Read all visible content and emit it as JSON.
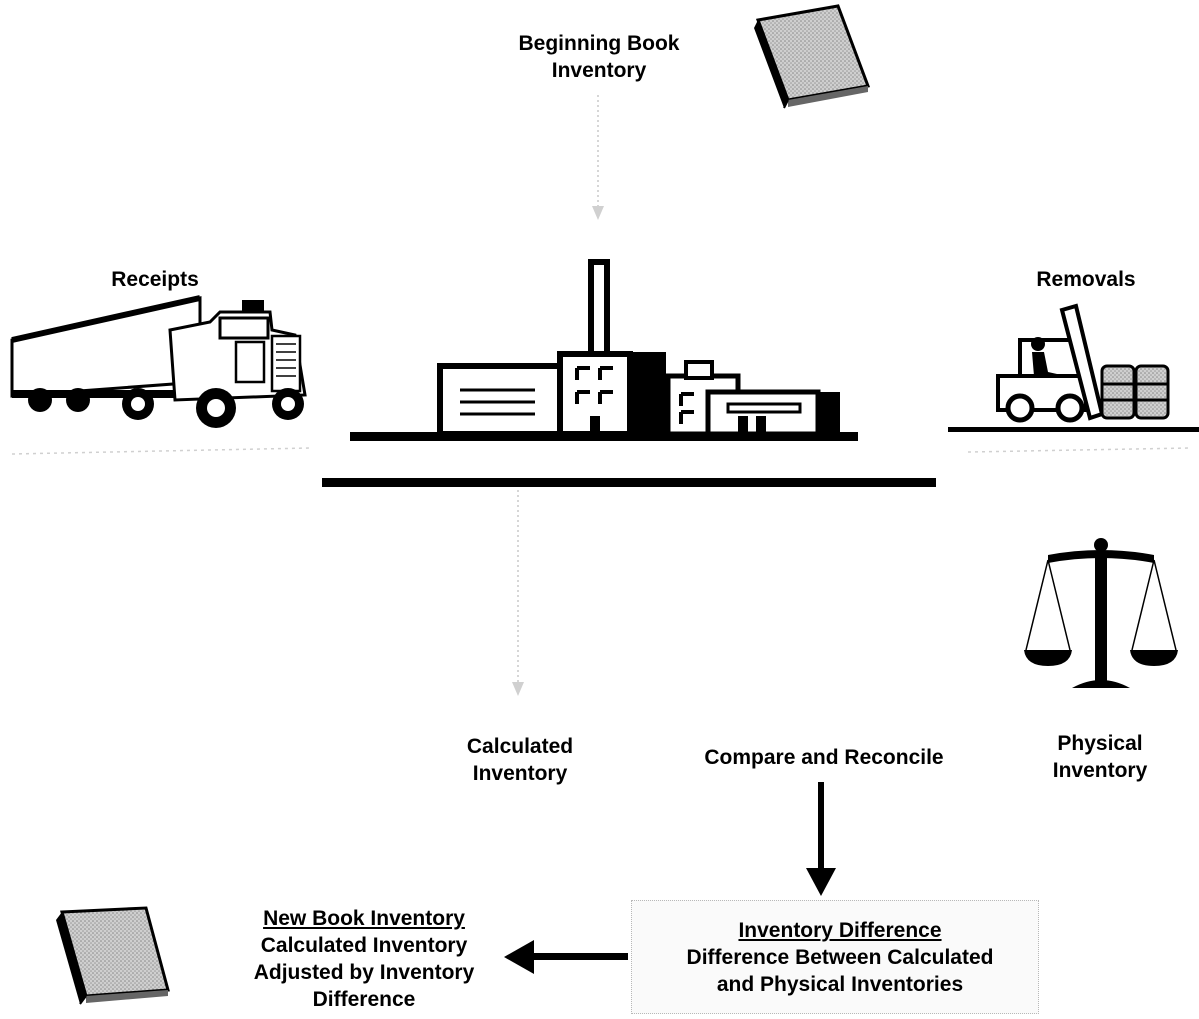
{
  "beginning": {
    "line1": "Beginning Book",
    "line2": "Inventory"
  },
  "receipts": {
    "label": "Receipts"
  },
  "removals": {
    "label": "Removals"
  },
  "calculated": {
    "line1": "Calculated",
    "line2": "Inventory"
  },
  "compare": {
    "label": "Compare and Reconcile"
  },
  "physical": {
    "line1": "Physical",
    "line2": "Inventory"
  },
  "difference": {
    "title": "Inventory Difference",
    "line1": "Difference Between Calculated",
    "line2": "and Physical Inventories"
  },
  "new_book": {
    "title": "New Book Inventory",
    "line1": "Calculated Inventory",
    "line2": "Adjusted by Inventory",
    "line3": "Difference"
  },
  "icons": [
    "book-icon",
    "truck-icon",
    "factory-icon",
    "forklift-icon",
    "scales-icon",
    "book-icon"
  ]
}
